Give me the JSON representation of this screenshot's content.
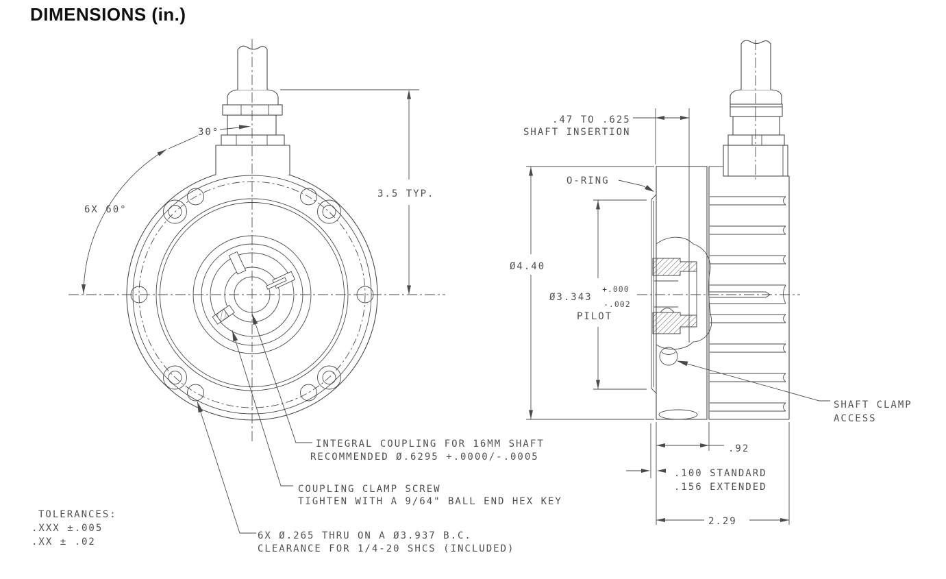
{
  "title": "DIMENSIONS  (in.)",
  "colors": {
    "line": "#4a4a4a",
    "text": "#4f4f4f",
    "title": "#111111",
    "background": "#ffffff"
  },
  "front_view": {
    "angle_connector": "30°",
    "angle_holes": "6X 60°",
    "dim_height": "3.5 TYP.",
    "note_integral_coupling_line1": "INTEGRAL COUPLING FOR 16MM SHAFT",
    "note_integral_coupling_line2": "RECOMMENDED Ø.6295 +.0000/-.0005",
    "note_clamp_screw_line1": "COUPLING CLAMP SCREW",
    "note_clamp_screw_line2": "TIGHTEN WITH A 9/64\" BALL END HEX KEY",
    "note_bolt_holes_line1": "6X Ø.265 THRU ON A Ø3.937 B.C.",
    "note_bolt_holes_line2": "CLEARANCE FOR 1/4-20 SHCS (INCLUDED)"
  },
  "side_view": {
    "dim_shaft_insertion_line1": ".47 TO .625",
    "dim_shaft_insertion_line2": "SHAFT INSERTION",
    "label_oring": "O-RING",
    "dim_outer_diameter": "Ø4.40",
    "dim_pilot_diameter": "Ø3.343",
    "dim_pilot_tol_upper": "+.000",
    "dim_pilot_tol_lower": "-.002",
    "dim_pilot_label": "PILOT",
    "label_shaft_clamp_line1": "SHAFT CLAMP",
    "label_shaft_clamp_line2": "ACCESS",
    "dim_flange_depth": ".92",
    "dim_standoff_line1": ".100 STANDARD",
    "dim_standoff_line2": ".156 EXTENDED",
    "dim_overall_depth": "2.29"
  },
  "tolerances": {
    "line1": "TOLERANCES:",
    "line2": ".XXX ±.005",
    "line3": ".XX ± .02"
  }
}
